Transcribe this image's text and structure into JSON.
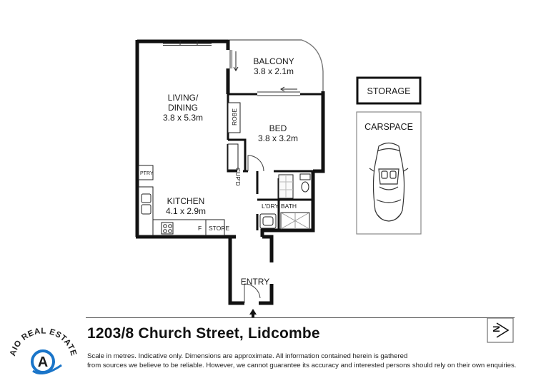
{
  "rooms": {
    "balcony": {
      "name": "BALCONY",
      "dims": "3.8 x 2.1m"
    },
    "living": {
      "name_line1": "LIVING/",
      "name_line2": "DINING",
      "dims": "3.8 x 5.3m"
    },
    "bed": {
      "name": "BED",
      "dims": "3.8 x 3.2m"
    },
    "kitchen": {
      "name": "KITCHEN",
      "dims": "4.1 x 2.9m"
    },
    "entry": {
      "name": "ENTRY"
    }
  },
  "fixtures": {
    "robe": "ROBE",
    "cupd": "CUP'D",
    "ptry": "PTRY",
    "ldry": "L'DRY",
    "bath": "BATH",
    "fridge": "F",
    "store": "STORE"
  },
  "extras": {
    "storage": "STORAGE",
    "carspace": "CARSPACE"
  },
  "footer": {
    "address": "1203/8 Church Street, Lidcombe",
    "disclaimer_line1": "Scale in metres. Indicative only. Dimensions are approximate. All information contained herein is gathered",
    "disclaimer_line2": "from sources we believe to be reliable. However, we cannot guarantee its accuracy and interested persons should rely on their own enquiries."
  },
  "brand": {
    "name": "AIO REAL ESTATE",
    "logo_mark": "A",
    "primary_color": "#1a75c9",
    "dark_color": "#1c1c1c"
  },
  "compass": {
    "label": "N"
  }
}
